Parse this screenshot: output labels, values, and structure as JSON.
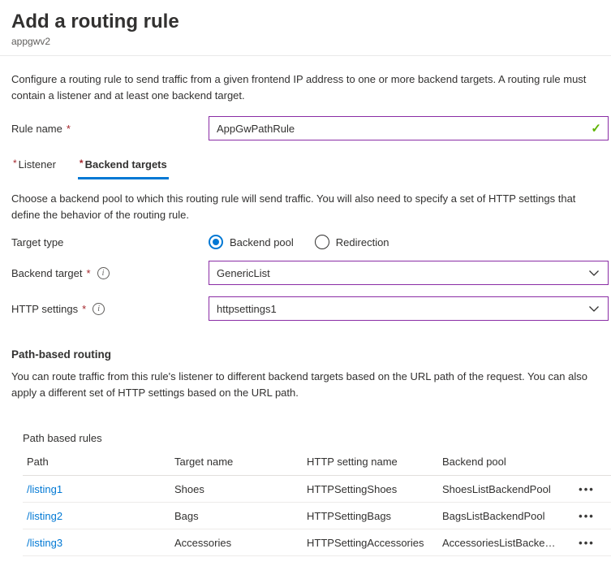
{
  "page": {
    "title": "Add a routing rule",
    "subtitle": "appgwv2",
    "intro": "Configure a routing rule to send traffic from a given frontend IP address to one or more backend targets. A routing rule must contain a listener and at least one backend target."
  },
  "colors": {
    "accent": "#0078d4",
    "modified_field_border": "#8a2da5",
    "valid_green": "#5db300",
    "required_red": "#a4262c",
    "link": "#0078d4"
  },
  "rule_name": {
    "label": "Rule name",
    "required_marker": "*",
    "value": "AppGwPathRule"
  },
  "tabs": [
    {
      "label": "Listener",
      "required_marker": "*",
      "active": false
    },
    {
      "label": "Backend targets",
      "required_marker": "*",
      "active": true
    }
  ],
  "backend_tab": {
    "description": "Choose a backend pool to which this routing rule will send traffic. You will also need to specify a set of HTTP settings that define the behavior of the routing rule.",
    "target_type": {
      "label": "Target type",
      "options": [
        {
          "label": "Backend pool",
          "selected": true
        },
        {
          "label": "Redirection",
          "selected": false
        }
      ]
    },
    "backend_target": {
      "label": "Backend target",
      "required_marker": "*",
      "value": "GenericList"
    },
    "http_settings": {
      "label": "HTTP settings",
      "required_marker": "*",
      "value": "httpsettings1"
    }
  },
  "path_routing": {
    "heading": "Path-based routing",
    "description": "You can route traffic from this rule's listener to different backend targets based on the URL path of the request. You can also apply a different set of HTTP settings based on the URL path.",
    "table_label": "Path based rules",
    "columns": [
      "Path",
      "Target name",
      "HTTP setting name",
      "Backend pool"
    ],
    "rows": [
      {
        "path": "/listing1",
        "target_name": "Shoes",
        "http_setting_name": "HTTPSettingShoes",
        "backend_pool": "ShoesListBackendPool"
      },
      {
        "path": "/listing2",
        "target_name": "Bags",
        "http_setting_name": "HTTPSettingBags",
        "backend_pool": "BagsListBackendPool"
      },
      {
        "path": "/listing3",
        "target_name": "Accessories",
        "http_setting_name": "HTTPSettingAccessories",
        "backend_pool": "AccessoriesListBackendPool"
      }
    ]
  },
  "icons": {
    "valid_check": "✓",
    "more_options": "•••",
    "info": "i"
  }
}
